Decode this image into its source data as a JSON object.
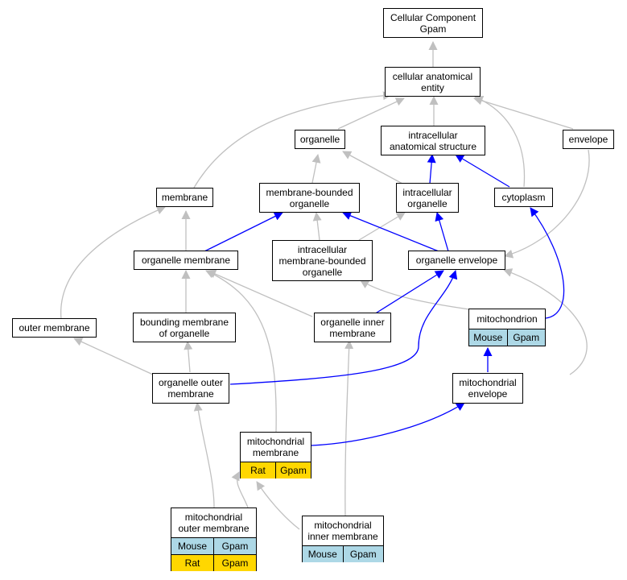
{
  "colors": {
    "is_a_edge": "#c0c0c0",
    "part_of_edge": "#0000ff",
    "mouse": "#add8e6",
    "rat": "#ffd700"
  },
  "nodes": {
    "root": "Cellular Component\nGpam",
    "cellular_anatomical_entity": "cellular anatomical\nentity",
    "organelle": "organelle",
    "intracellular_anatomical_structure": "intracellular\nanatomical structure",
    "envelope": "envelope",
    "membrane": "membrane",
    "membrane_bounded_organelle": "membrane-bounded\norganelle",
    "intracellular_organelle": "intracellular\norganelle",
    "cytoplasm": "cytoplasm",
    "organelle_membrane": "organelle membrane",
    "intracellular_membrane_bounded_organelle": "intracellular\nmembrane-bounded\norganelle",
    "organelle_envelope": "organelle envelope",
    "outer_membrane": "outer membrane",
    "bounding_membrane_of_organelle": "bounding membrane\nof organelle",
    "organelle_inner_membrane": "organelle inner\nmembrane",
    "organelle_outer_membrane": "organelle outer\nmembrane",
    "mitochondrial_envelope": "mitochondrial\nenvelope"
  },
  "annotated": {
    "mitochondrion": {
      "title": "mitochondrion",
      "rows": [
        [
          "Mouse",
          "Gpam"
        ]
      ]
    },
    "mitochondrial_membrane": {
      "title": "mitochondrial\nmembrane",
      "rows": [
        [
          "Rat",
          "Gpam"
        ]
      ]
    },
    "mitochondrial_outer_membrane": {
      "title": "mitochondrial\nouter membrane",
      "rows": [
        [
          "Mouse",
          "Gpam"
        ],
        [
          "Rat",
          "Gpam"
        ]
      ]
    },
    "mitochondrial_inner_membrane": {
      "title": "mitochondrial\ninner membrane",
      "rows": [
        [
          "Mouse",
          "Gpam"
        ]
      ]
    }
  }
}
